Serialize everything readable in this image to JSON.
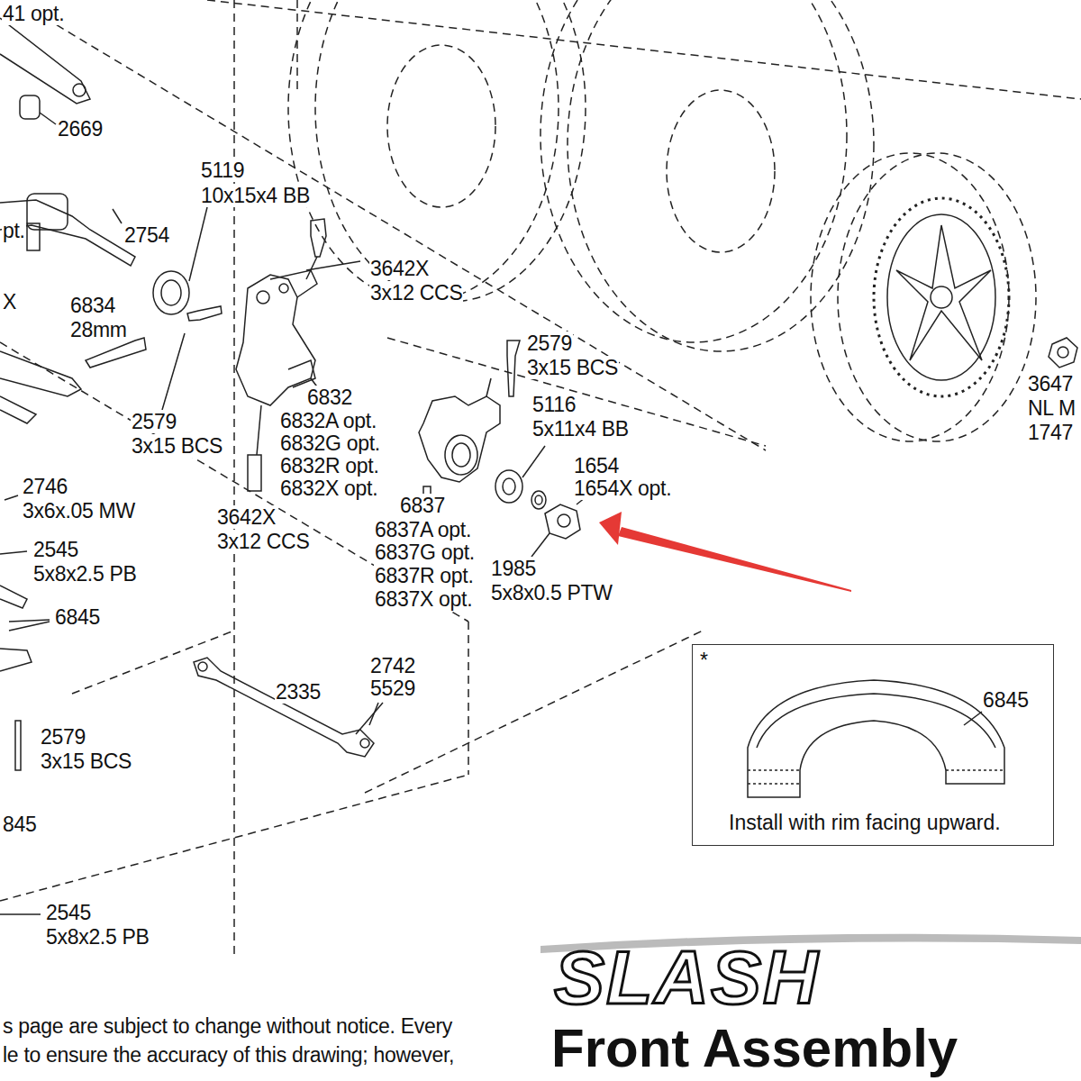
{
  "diagram": {
    "title": "Front Assembly",
    "nodes": [
      {
        "text": [
          "*",
          "6845",
          "Install with rim facing upward."
        ]
      }
    ],
    "edges": [],
    "labels": [
      "41 opt.",
      "2669",
      "5119",
      "10x15x4 BB",
      "pt.",
      "2754",
      "3642X",
      "3x12 CCS",
      "X",
      "6834",
      "28mm",
      "2579",
      "3x15 BCS",
      "3647",
      "NL M",
      "1747",
      "5116",
      "5x11x4 BB",
      "2579",
      "3x15 BCS",
      "6832",
      "6832A opt.",
      "6832G opt.",
      "6832R opt.",
      "6832X opt.",
      "1654",
      "1654X opt.",
      "2746",
      "3x6x.05 MW",
      "3642X",
      "3x12 CCS",
      "6837",
      "6837A opt.",
      "6837G opt.",
      "6837R opt.",
      "6837X opt.",
      "2545",
      "5x8x2.5 PB",
      "1985",
      "5x8x0.5 PTW",
      "6845",
      "2742",
      "5529",
      "2335",
      "2579",
      "3x15 BCS",
      "845",
      "2545",
      "5x8x2.5 PB",
      "s page are subject to change without notice.  Every",
      "le to ensure the accuracy of this drawing; however,",
      "SLASH"
    ]
  }
}
